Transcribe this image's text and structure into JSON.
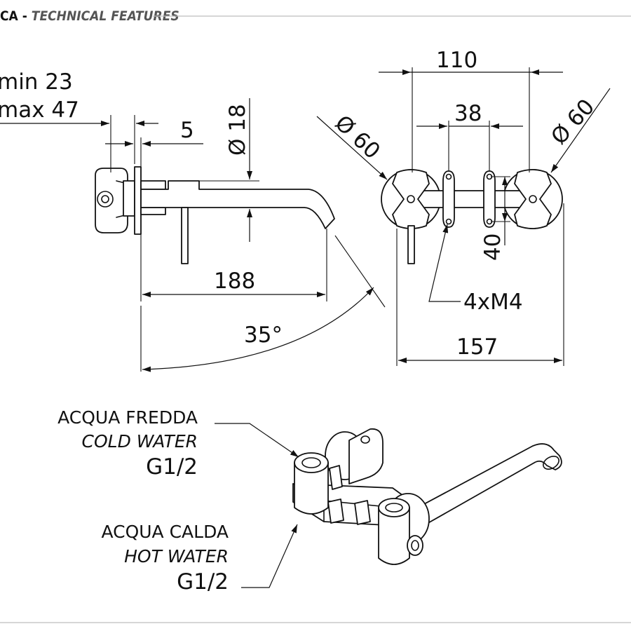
{
  "header": {
    "left_fragment": "CA",
    "separator": " - ",
    "section_title": "TECHNICAL FEATURES"
  },
  "dimensions": {
    "min_depth": "min 23",
    "max_depth": "max 47",
    "plate_thickness": "5",
    "spout_diameter": "Ø 18",
    "spout_length": "188",
    "rotation_angle": "35°",
    "handle_spacing": "110",
    "mount_spacing": "38",
    "left_rosette_diameter": "Ø 60",
    "right_rosette_diameter": "Ø 60",
    "mount_height": "40",
    "screws": "4xM4",
    "total_width": "157"
  },
  "connections": {
    "cold": {
      "label_it": "ACQUA FREDDA",
      "label_en": "COLD WATER",
      "thread": "G1/2"
    },
    "hot": {
      "label_it": "ACQUA CALDA",
      "label_en": "HOT WATER",
      "thread": "G1/2"
    }
  }
}
